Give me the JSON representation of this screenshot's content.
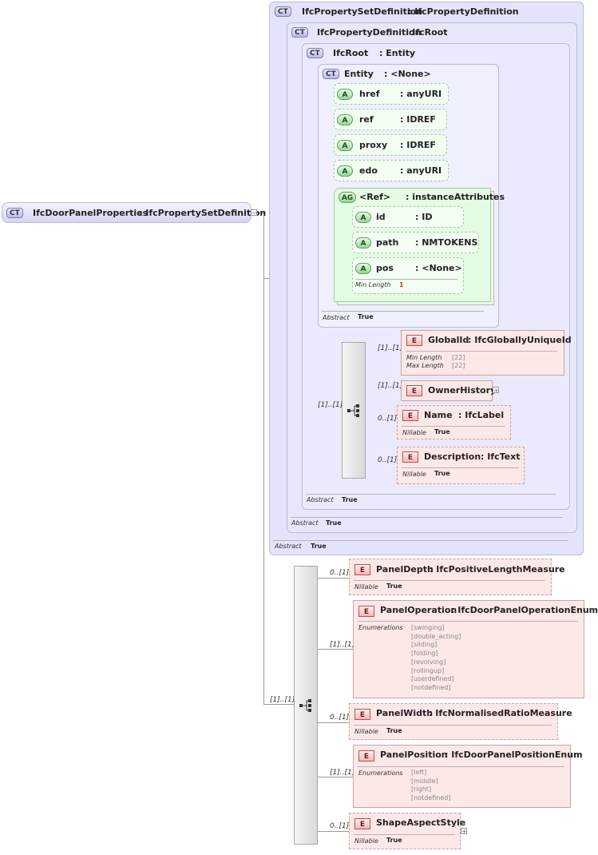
{
  "root": {
    "badge": "CT",
    "name": "IfcDoorPanelProperties",
    "type": ": IfcPropertySetDefinition"
  },
  "ct1": {
    "badge": "CT",
    "name": "IfcPropertySetDefinition",
    "type": ": IfcPropertyDefinition",
    "abstract_label": "Abstract",
    "abstract_value": "True"
  },
  "ct2": {
    "badge": "CT",
    "name": "IfcPropertyDefinition",
    "type": ": IfcRoot",
    "abstract_label": "Abstract",
    "abstract_value": "True"
  },
  "ct3": {
    "badge": "CT",
    "name": "IfcRoot",
    "type": ": Entity",
    "abstract_label": "Abstract",
    "abstract_value": "True"
  },
  "ct4": {
    "badge": "CT",
    "name": "Entity",
    "type": ": <None>",
    "abstract_label": "Abstract",
    "abstract_value": "True"
  },
  "attrs": [
    {
      "badge": "A",
      "name": "href",
      "type": ": anyURI"
    },
    {
      "badge": "A",
      "name": "ref",
      "type": ": IDREF"
    },
    {
      "badge": "A",
      "name": "proxy",
      "type": ": IDREF"
    },
    {
      "badge": "A",
      "name": "edo",
      "type": ": anyURI"
    }
  ],
  "ag": {
    "badge": "AG",
    "name": "<Ref>",
    "type": ": instanceAttributes",
    "attrs": [
      {
        "badge": "A",
        "name": "id",
        "type": ": ID"
      },
      {
        "badge": "A",
        "name": "path",
        "type": ": NMTOKENS"
      },
      {
        "badge": "A",
        "name": "pos",
        "type": ": <None>",
        "facet_label": "Min Length",
        "facet_value": "1"
      }
    ]
  },
  "root_seq": {
    "mult": "[1]..[1]"
  },
  "root_elems": [
    {
      "badge": "E",
      "name": "GlobalId",
      "type": ": IfcGloballyUniqueId",
      "mult": "[1]..[1]",
      "facets": [
        {
          "label": "Min Length",
          "value": "[22]"
        },
        {
          "label": "Max Length",
          "value": "[22]"
        }
      ]
    },
    {
      "badge": "E",
      "name": "OwnerHistory",
      "type": "",
      "mult": "[1]..[1]",
      "expand": "+"
    },
    {
      "badge": "E",
      "name": "Name",
      "type": ": IfcLabel",
      "mult": "0..[1]",
      "facets": [
        {
          "label": "Nillable",
          "value": "True"
        }
      ]
    },
    {
      "badge": "E",
      "name": "Description",
      "type": ": IfcText",
      "mult": "0..[1]",
      "facets": [
        {
          "label": "Nillable",
          "value": "True"
        }
      ]
    }
  ],
  "main_seq": {
    "mult": "[1]..[1]"
  },
  "main_elems": [
    {
      "badge": "E",
      "name": "PanelDepth",
      "type": ": IfcPositiveLengthMeasure",
      "mult": "0..[1]",
      "facet_label": "Nillable",
      "facet_value": "True"
    },
    {
      "badge": "E",
      "name": "PanelOperation",
      "type": ": IfcDoorPanelOperationEnum",
      "mult": "[1]..[1]",
      "enum_label": "Enumerations",
      "enums": [
        "[swinging]",
        "[double_acting]",
        "[sliding]",
        "[folding]",
        "[revolving]",
        "[rollingup]",
        "[userdefined]",
        "[notdefined]"
      ]
    },
    {
      "badge": "E",
      "name": "PanelWidth",
      "type": ": IfcNormalisedRatioMeasure",
      "mult": "0..[1]",
      "facet_label": "Nillable",
      "facet_value": "True"
    },
    {
      "badge": "E",
      "name": "PanelPosition",
      "type": ": IfcDoorPanelPositionEnum",
      "mult": "[1]..[1]",
      "enum_label": "Enumerations",
      "enums": [
        "[left]",
        "[middle]",
        "[right]",
        "[notdefined]"
      ]
    },
    {
      "badge": "E",
      "name": "ShapeAspectStyle",
      "type": "",
      "mult": "0..[1]",
      "facet_label": "Nillable",
      "facet_value": "True",
      "expand": "+"
    }
  ]
}
